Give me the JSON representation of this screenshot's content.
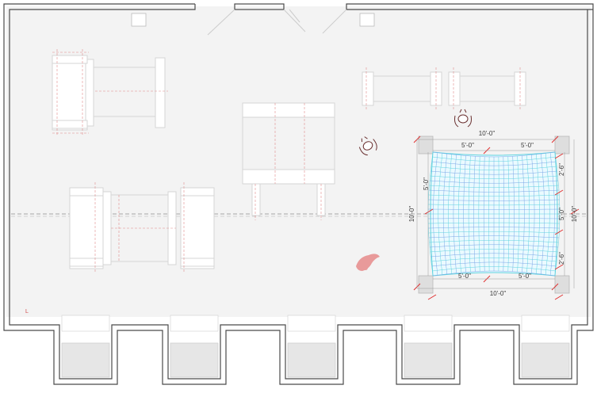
{
  "drawing": {
    "corner_mark": "L",
    "dimensions": {
      "top_total": "10'-0\"",
      "top_left_half": "5'-0\"",
      "top_right_half": "5'-0\"",
      "bottom_total": "10'-0\"",
      "bottom_left_half": "5'-0\"",
      "bottom_right_half": "5'-0\"",
      "left_total": "10'-0\"",
      "left_half": "5'-0\"",
      "right_total": "10'-0\"",
      "right_half": "5'-0\"",
      "right_small_top": "2'-6\"",
      "right_small_bottom": "2'-6\""
    },
    "colors": {
      "wall": "#4a4a4a",
      "floor": "#f2f2f2",
      "furniture_fill": "#ffffff",
      "furniture_stroke": "#d9d9d9",
      "hidden_line": "#e08a8a",
      "centerline": "#8a8a8a",
      "mesh_cyan": "#5fd3e0",
      "mesh_blue": "#7aa8e8",
      "dimension_tick": "#e03030",
      "figure_red": "#e89a9a",
      "figure_dark": "#6a3030"
    },
    "icons": [
      "person-top-view-icon",
      "person-top-view-icon",
      "person-lying-icon"
    ]
  }
}
